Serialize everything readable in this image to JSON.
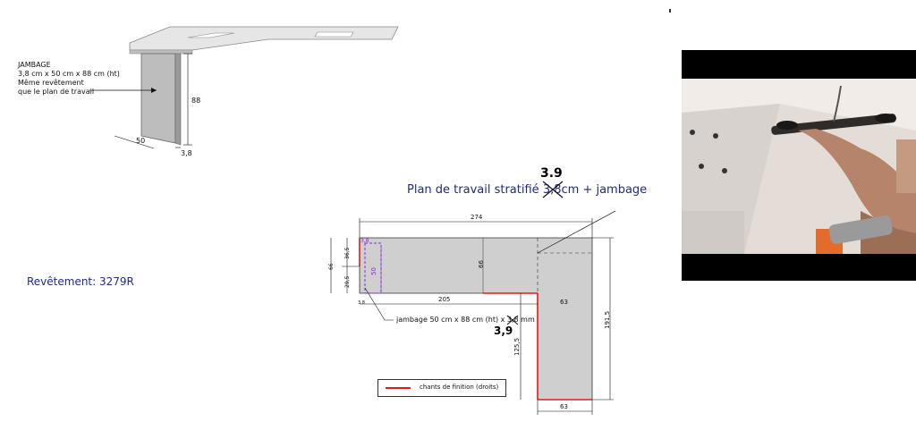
{
  "iso_view": {
    "label_title": "JAMBAGE",
    "label_dims": "3,8 cm x 50 cm x 88 cm (ht)",
    "label_line3": "Même revêtement",
    "label_line4": "que le plan de travail",
    "dim_height": "88",
    "dim_depth": "50",
    "dim_thickness": "3,8"
  },
  "revetement": "Revêtement: 3279R",
  "plan": {
    "title_prefix": "Plan de travail stratifié ",
    "title_struck": "3,8",
    "title_suffix": "cm + jambage",
    "title_correction": "3.9",
    "dims": {
      "total_width": "274",
      "left_top": "36,5",
      "left_height": "66",
      "left_bottom": "29,5",
      "jamb_width": "50",
      "jamb_marker": "3,8",
      "inner_depth": "66",
      "bottom_run": "205",
      "right_width_top": "63",
      "right_total_height": "191,5",
      "return_height": "125,5",
      "right_width_bottom": "63",
      "tiny_left": "3,8"
    },
    "jamb_note_prefix": "jambage 50 cm x 88 cm (ht) x ",
    "jamb_note_struck": "3,8",
    "jamb_note_suffix": " mm",
    "jamb_note_correction": "3,9",
    "legend_label": "chants de finition (droits)"
  },
  "colors": {
    "surface": "#cfcfcf",
    "edge": "#e01b1b",
    "jamb": "#8a2be2",
    "annotation": "#1f2a8a"
  }
}
